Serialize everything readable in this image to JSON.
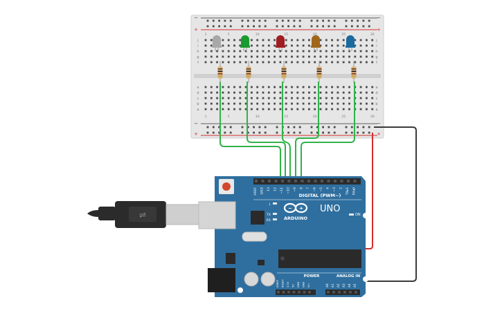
{
  "canvas": {
    "background": "#ffffff"
  },
  "arduino": {
    "board_color": "#2f6f9f",
    "logo_text": "ARDUINO",
    "model_text": "UNO",
    "digital_label": "DIGITAL (PWM~)",
    "power_label": "POWER",
    "analog_label": "ANALOG IN",
    "on_label": "ON",
    "l_label": "L",
    "tx_label": "TX",
    "rx_label": "RX",
    "digital_pins": [
      "AREF",
      "GND",
      "13",
      "12",
      "~11",
      "~10",
      "~9",
      "8",
      "7",
      "~6",
      "~5",
      "4",
      "~3",
      "2",
      "TX▸1",
      "RX◂0"
    ],
    "power_pins": [
      "IOREF",
      "RESET",
      "3.3V",
      "5V",
      "GND",
      "GND",
      "Vin"
    ],
    "analog_pins": [
      "A0",
      "A1",
      "A2",
      "A3",
      "A4",
      "A5"
    ]
  },
  "breadboard": {
    "body_color": "#e6e6e6",
    "power_rail_colors": {
      "positive": "#d22f2f",
      "negative": "#2f2f2f"
    },
    "column_numbers": [
      "1",
      "5",
      "10",
      "15",
      "20",
      "25",
      "30"
    ],
    "row_letters_top": [
      "j",
      "i",
      "h",
      "g",
      "f"
    ],
    "row_letters_bottom": [
      "e",
      "d",
      "c",
      "b",
      "a"
    ]
  },
  "leds": [
    {
      "name": "gray",
      "color": "#a8a8a8"
    },
    {
      "name": "green",
      "color": "#1b9a2e"
    },
    {
      "name": "red",
      "color": "#a01d22"
    },
    {
      "name": "orange",
      "color": "#a0661a"
    },
    {
      "name": "blue",
      "color": "#1b6aa0"
    }
  ],
  "wires": {
    "signal_color": "#2fb34a",
    "power_color": "#d42a2a",
    "ground_color": "#3a3a3a"
  },
  "usb_cable_color": "#2b2b2b"
}
